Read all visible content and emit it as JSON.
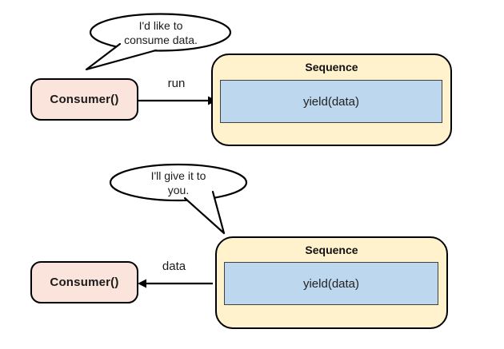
{
  "diagram": {
    "colors": {
      "consumer_fill": "#fbe4db",
      "sequence_fill": "#fff2cc",
      "yield_fill": "#bdd7ee",
      "stroke": "#000000"
    },
    "top": {
      "bubble_line1": "I'd like to",
      "bubble_line2": "consume data.",
      "consumer_label": "Consumer()",
      "arrow_label": "run",
      "sequence_title": "Sequence",
      "yield_label": "yield(data)"
    },
    "bottom": {
      "bubble_line1": "I'll give it to",
      "bubble_line2": "you.",
      "consumer_label": "Consumer()",
      "arrow_label": "data",
      "sequence_title": "Sequence",
      "yield_label": "yield(data)"
    }
  }
}
